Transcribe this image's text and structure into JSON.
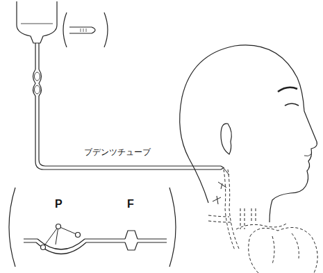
{
  "diagram": {
    "labels": [
      "ブデンツチューブ",
      "P",
      "F"
    ]
  }
}
